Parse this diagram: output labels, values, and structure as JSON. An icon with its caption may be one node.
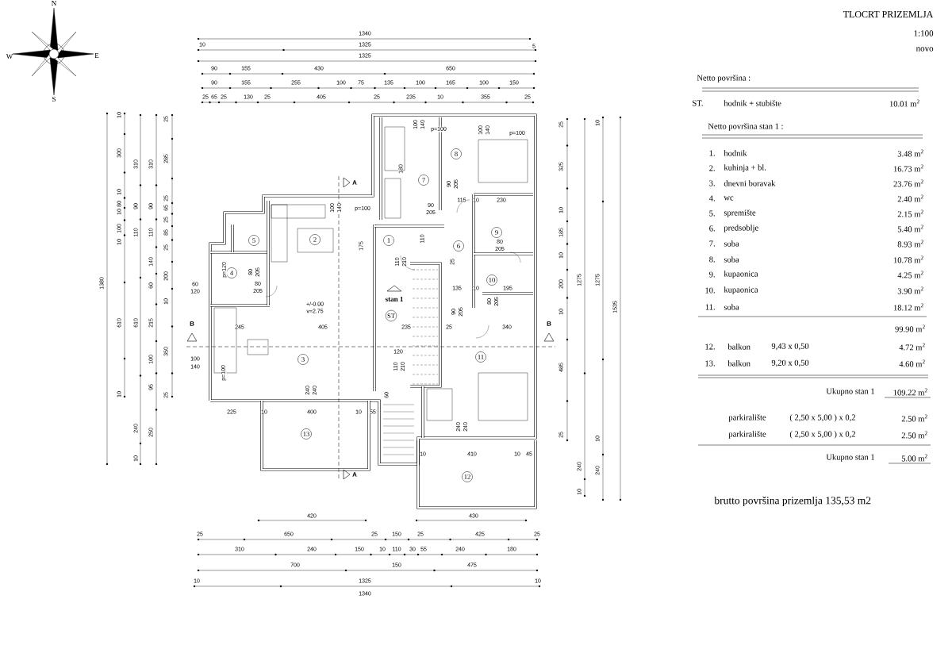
{
  "diagram": {
    "title": "TLOCRT PRIZEMLJA",
    "nodes": [
      {
        "text": [
          "1"
        ]
      },
      {
        "text": [
          "2"
        ]
      },
      {
        "text": [
          "3"
        ]
      },
      {
        "text": [
          "4"
        ]
      },
      {
        "text": [
          "5"
        ]
      },
      {
        "text": [
          "6"
        ]
      },
      {
        "text": [
          "7"
        ]
      },
      {
        "text": [
          "8"
        ]
      },
      {
        "text": [
          "9"
        ]
      },
      {
        "text": [
          "10"
        ]
      },
      {
        "text": [
          "11"
        ]
      },
      {
        "text": [
          "12"
        ]
      },
      {
        "text": [
          "13"
        ]
      },
      {
        "text": [
          "ST"
        ]
      }
    ],
    "labels": [
      "1:100",
      "novo",
      "N",
      "W",
      "E",
      "S",
      "1340",
      "10",
      "1325",
      "5",
      "1325",
      "90",
      "155",
      "430",
      "650",
      "90",
      "155",
      "255",
      "100",
      "75",
      "135",
      "100",
      "165",
      "100",
      "150",
      "25",
      "65",
      "25",
      "130",
      "25",
      "405",
      "25",
      "235",
      "10",
      "355",
      "25",
      "10",
      "300",
      "10",
      "80",
      "10",
      "100",
      "10",
      "610",
      "10",
      "310",
      "90",
      "110",
      "610",
      "240",
      "10",
      "310",
      "90",
      "110",
      "140",
      "60",
      "215",
      "100",
      "95",
      "250",
      "25",
      "285",
      "25",
      "65",
      "25",
      "85",
      "25",
      "200",
      "10",
      "350",
      "25",
      "1380",
      "25",
      "325",
      "10",
      "185",
      "10",
      "200",
      "10",
      "485",
      "25",
      "1275",
      "240",
      "10",
      "10",
      "1275",
      "10",
      "240",
      "1535",
      "420",
      "430",
      "25",
      "650",
      "25",
      "150",
      "25",
      "425",
      "25",
      "310",
      "240",
      "150",
      "10",
      "110",
      "30",
      "55",
      "240",
      "180",
      "700",
      "150",
      "475",
      "10",
      "1325",
      "10",
      "1340",
      "p=100",
      "175",
      "110",
      "stan 1",
      "+/-0.00",
      "v=2.75",
      "245",
      "405",
      "235",
      "25",
      "340",
      "135",
      "10",
      "195",
      "115",
      "10",
      "230",
      "120",
      "60",
      "225",
      "10",
      "400",
      "10",
      "55",
      "10",
      "410",
      "10",
      "45",
      "A",
      "A",
      "B",
      "B",
      "60",
      "120",
      "100",
      "140",
      "p=120",
      "p=100",
      "80",
      "205",
      "80",
      "205",
      "90",
      "205",
      "90",
      "205",
      "80",
      "205",
      "110",
      "210",
      "90",
      "205",
      "80",
      "205",
      "110",
      "210",
      "240",
      "240",
      "240",
      "240",
      "100",
      "140",
      "100",
      "140",
      "p=100",
      "100",
      "140",
      "p=100",
      "180",
      "25",
      "Netto površina :",
      "ST.",
      "hodnik + stubište",
      "10.01 m$^{2}$",
      "Netto površina stan 1 :",
      "1.",
      "hodnik",
      "3.48 m$^{2}$",
      "2.",
      "kuhinja + bl.",
      "16.73 m$^{2}$",
      "3.",
      "dnevni boravak",
      "23.76 m$^{2}$",
      "4.",
      "wc",
      "2.40 m$^{2}$",
      "5.",
      "spremište",
      "2.15 m$^{2}$",
      "6.",
      "predsoblje",
      "5.40 m$^{2}$",
      "7.",
      "soba",
      "8.93 m$^{2}$",
      "8.",
      "soba",
      "10.78 m$^{2}$",
      "9.",
      "kupaonica",
      "4.25 m$^{2}$",
      "10.",
      "kupaonica",
      "3.90 m$^{2}$",
      "11.",
      "soba",
      "18.12 m$^{2}$",
      "99.90 m$^{2}$",
      "12.",
      "balkon",
      "9,43 x 0,50",
      "4.72 m$^{2}$",
      "13.",
      "balkon",
      "9,20 x 0,50",
      "4.60 m$^{2}$",
      "Ukupno stan 1",
      "109.22 m$^{2}$",
      "parkiralište",
      "( 2,50 x 5,00 ) x 0,2",
      "2.50 m$^{2}$",
      "parkiralište",
      "( 2,50 x 5,00 ) x 0,2",
      "2.50 m$^{2}$",
      "Ukupno stan 1",
      "5.00 m$^{2}$",
      "brutto površina prizemlja 135,53 m2"
    ]
  }
}
